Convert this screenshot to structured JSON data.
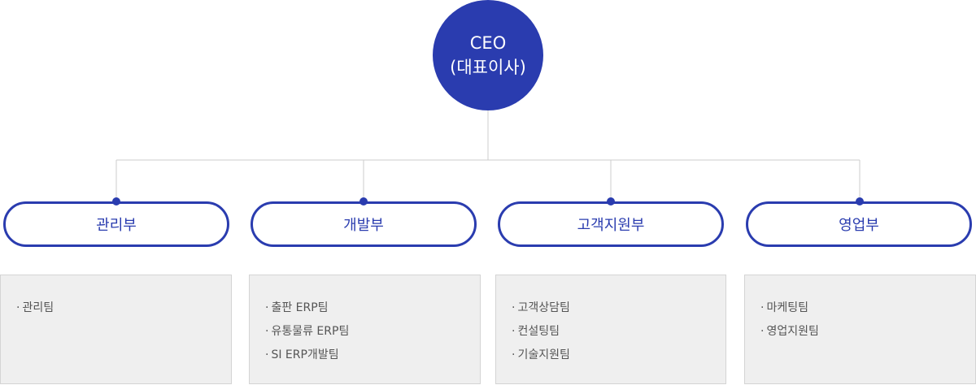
{
  "ceo": {
    "title": "CEO",
    "subtitle": "(대표이사)"
  },
  "departments": [
    {
      "name": "관리부",
      "teams": [
        "관리팀"
      ]
    },
    {
      "name": "개발부",
      "teams": [
        "출판 ERP팀",
        "유통물류 ERP팀",
        "SI ERP개발팀"
      ]
    },
    {
      "name": "고객지원부",
      "teams": [
        "고객상담팀",
        "컨설팅팀",
        "기술지원팀"
      ]
    },
    {
      "name": "영업부",
      "teams": [
        "마케팅팀",
        "영업지원팀"
      ]
    }
  ],
  "colors": {
    "accent": "#2a3caf",
    "connector": "#cccccc",
    "team_box_bg": "#efefef",
    "team_box_border": "#d4d4d4",
    "team_text": "#555555"
  }
}
